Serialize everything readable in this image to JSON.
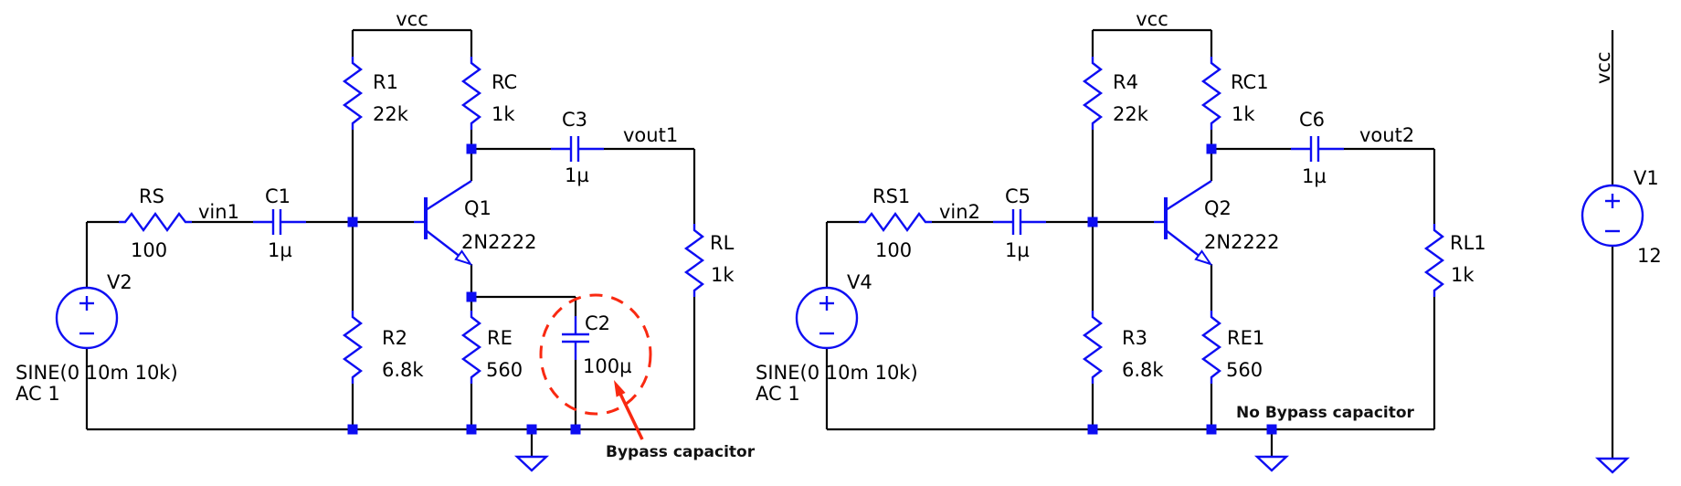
{
  "colors": {
    "background": "#ffffff",
    "wire": "#000000",
    "component_blue": "#0d0df2",
    "annotation_red": "#f92911",
    "text": "#000000"
  },
  "left": {
    "vcc_label": "vcc",
    "vin_label": "vin1",
    "vout_label": "vout1",
    "RS": {
      "name": "RS",
      "value": "100"
    },
    "C1": {
      "name": "C1",
      "value": "1µ"
    },
    "R1": {
      "name": "R1",
      "value": "22k"
    },
    "R2": {
      "name": "R2",
      "value": "6.8k"
    },
    "RC": {
      "name": "RC",
      "value": "1k"
    },
    "RE": {
      "name": "RE",
      "value": "560"
    },
    "C2": {
      "name": "C2",
      "value": "100µ"
    },
    "C3": {
      "name": "C3",
      "value": "1µ"
    },
    "RL": {
      "name": "RL",
      "value": "1k"
    },
    "Q1": {
      "name": "Q1",
      "model": "2N2222"
    },
    "V2": {
      "name": "V2",
      "sine": "SINE(0 10m 10k)",
      "ac": "AC 1"
    },
    "annotation": "Bypass capacitor"
  },
  "right": {
    "vcc_label": "vcc",
    "vin_label": "vin2",
    "vout_label": "vout2",
    "RS1": {
      "name": "RS1",
      "value": "100"
    },
    "C5": {
      "name": "C5",
      "value": "1µ"
    },
    "R4": {
      "name": "R4",
      "value": "22k"
    },
    "R3": {
      "name": "R3",
      "value": "6.8k"
    },
    "RC1": {
      "name": "RC1",
      "value": "1k"
    },
    "RE1": {
      "name": "RE1",
      "value": "560"
    },
    "C6": {
      "name": "C6",
      "value": "1µ"
    },
    "RL1": {
      "name": "RL1",
      "value": "1k"
    },
    "Q2": {
      "name": "Q2",
      "model": "2N2222"
    },
    "V4": {
      "name": "V4",
      "sine": "SINE(0 10m 10k)",
      "ac": "AC 1"
    },
    "annotation": "No Bypass capacitor"
  },
  "supply": {
    "vcc_label": "vcc",
    "V1": {
      "name": "V1",
      "value": "12"
    }
  }
}
